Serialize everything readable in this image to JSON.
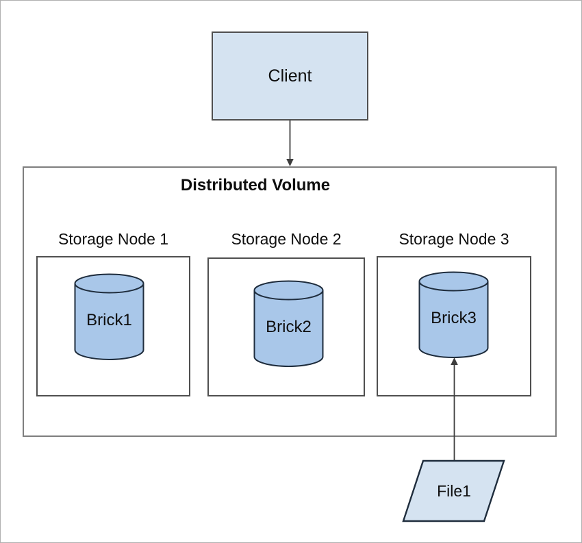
{
  "diagram": {
    "client": {
      "label": "Client",
      "shape": "rectangle"
    },
    "volume": {
      "title": "Distributed Volume",
      "shape": "rectangle"
    },
    "nodes": [
      {
        "label": "Storage Node 1",
        "brick": "Brick1",
        "brick_shape": "cylinder"
      },
      {
        "label": "Storage Node 2",
        "brick": "Brick2",
        "brick_shape": "cylinder"
      },
      {
        "label": "Storage Node 3",
        "brick": "Brick3",
        "brick_shape": "cylinder"
      }
    ],
    "file": {
      "label": "File1",
      "shape": "parallelogram"
    },
    "connectors": [
      {
        "from": "Client",
        "to": "Distributed Volume",
        "direction": "down"
      },
      {
        "from": "File1",
        "to": "Brick3",
        "direction": "up"
      }
    ],
    "colors": {
      "box_fill": "#d5e3f1",
      "cylinder_fill": "#a9c7e9",
      "shape_stroke": "#1f2d3d",
      "client_border": "#4f4f4f",
      "node_border": "#4f4f4f",
      "volume_border": "#7e7e7e",
      "arrow_color": "#3d3d3d",
      "frame_border": "#b0b0b0"
    }
  }
}
